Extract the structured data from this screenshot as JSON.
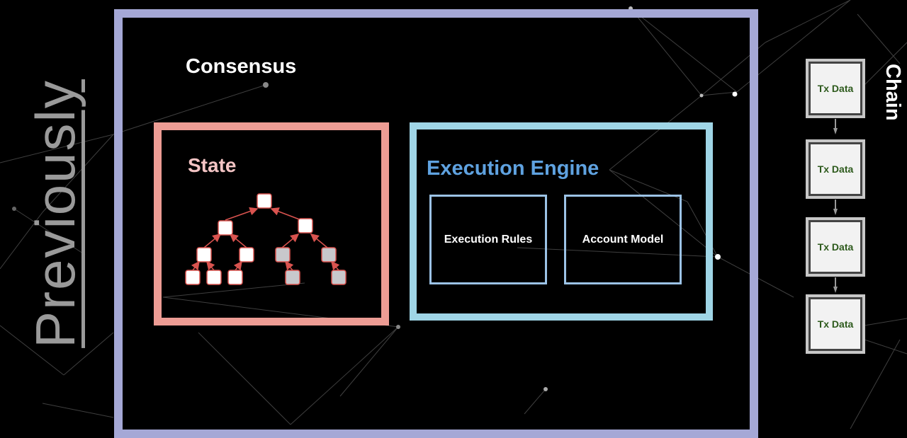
{
  "side_title": "Previously",
  "consensus": {
    "label": "Consensus"
  },
  "state": {
    "label": "State"
  },
  "execution_engine": {
    "label": "Execution Engine",
    "boxes": [
      "Execution Rules",
      "Account Model"
    ]
  },
  "chain": {
    "label": "Chain",
    "blocks": [
      "Tx Data",
      "Tx Data",
      "Tx Data",
      "Tx Data"
    ]
  },
  "colors": {
    "consensus": "#a5a8d6",
    "state": "#ed9c94",
    "execution": "#9fd5e6",
    "execution_label": "#5fa2e0",
    "tx_text": "#2d5a1c"
  }
}
